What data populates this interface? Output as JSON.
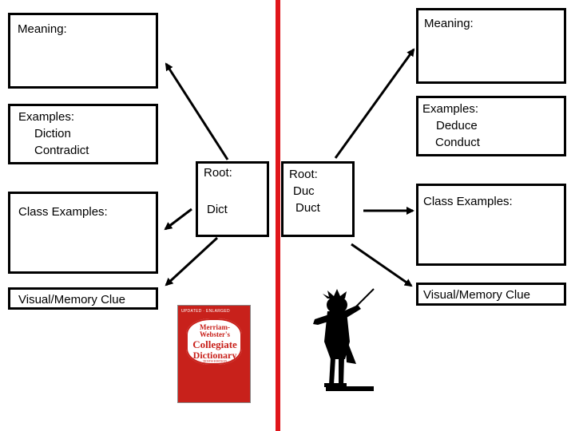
{
  "left": {
    "meaning_label": "Meaning:",
    "examples_label": "Examples:",
    "examples": [
      "Diction",
      "Contradict"
    ],
    "class_examples_label": "Class Examples:",
    "visual_label": "Visual/Memory Clue",
    "root_label": "Root:",
    "root_value": "Dict"
  },
  "right": {
    "meaning_label": "Meaning:",
    "examples_label": "Examples:",
    "examples": [
      "Deduce",
      "Conduct"
    ],
    "class_examples_label": "Class Examples:",
    "visual_label": "Visual/Memory Clue",
    "root_label": "Root:",
    "root_values": [
      "Duc",
      "Duct"
    ]
  },
  "book": {
    "top_strip": "UPDATED · ENLARGED",
    "title_lines": [
      "Merriam-",
      "Webster's",
      "Collegiate",
      "Dictionary"
    ],
    "edition": "TENTH EDITION"
  },
  "colors": {
    "divider": "#e0161b",
    "book_cover": "#c8211b"
  },
  "icons": {
    "visual_left": "dictionary-book",
    "visual_right": "conductor-silhouette"
  }
}
